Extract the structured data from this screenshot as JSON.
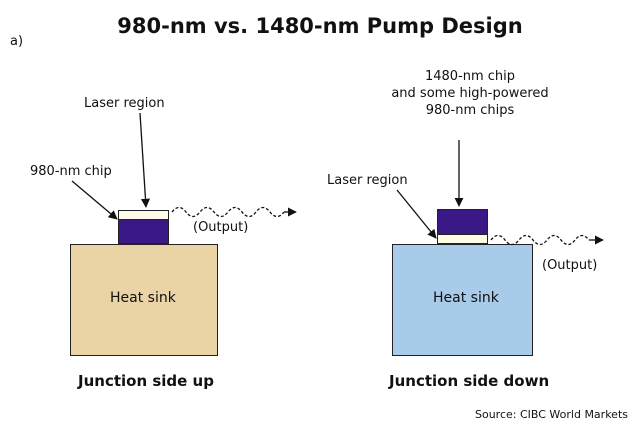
{
  "title": "980-nm vs. 1480-nm Pump Design",
  "panel_letter": "a)",
  "left": {
    "laser_region_label": "Laser region",
    "chip_label": "980-nm chip",
    "output_label": "(Output)",
    "heat_sink_label": "Heat sink",
    "caption": "Junction side up"
  },
  "right": {
    "chip_label_line1": "1480-nm chip",
    "chip_label_line2": "and some high-powered",
    "chip_label_line3": "980-nm chips",
    "laser_region_label": "Laser region",
    "output_label": "(Output)",
    "heat_sink_label": "Heat sink",
    "caption": "Junction side down"
  },
  "source": "Source: CIBC World Markets",
  "colors": {
    "left_heat_sink": "#ead3a4",
    "right_heat_sink": "#a9cbea",
    "chip": "#3a1987",
    "laser_region": "#fffbe6"
  }
}
